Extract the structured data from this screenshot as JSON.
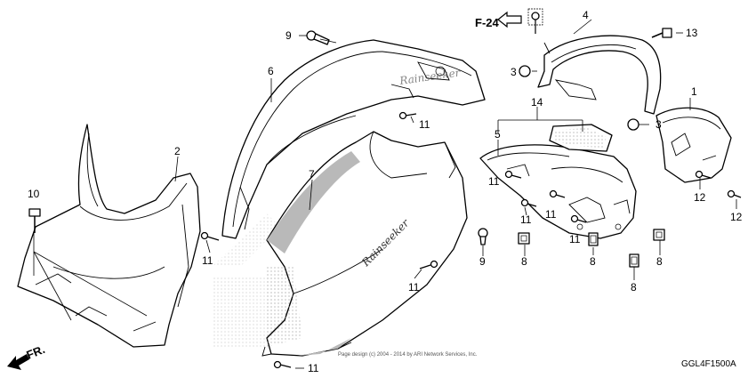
{
  "diagram": {
    "reference_label": "F-24",
    "drawing_code": "GGL4F1500A",
    "copyright": "Page design (c) 2004 - 2014 by ARI Network Services, Inc.",
    "front_label": "FR.",
    "brand_logo_text": "Rainseeker",
    "callouts": [
      {
        "id": "c1",
        "text": "1"
      },
      {
        "id": "c2",
        "text": "2"
      },
      {
        "id": "c3a",
        "text": "3"
      },
      {
        "id": "c3b",
        "text": "3"
      },
      {
        "id": "c4",
        "text": "4"
      },
      {
        "id": "c5",
        "text": "5"
      },
      {
        "id": "c6",
        "text": "6"
      },
      {
        "id": "c7",
        "text": "7"
      },
      {
        "id": "c8a",
        "text": "8"
      },
      {
        "id": "c8b",
        "text": "8"
      },
      {
        "id": "c8c",
        "text": "8"
      },
      {
        "id": "c8d",
        "text": "8"
      },
      {
        "id": "c9a",
        "text": "9"
      },
      {
        "id": "c9b",
        "text": "9"
      },
      {
        "id": "c10",
        "text": "10"
      },
      {
        "id": "c11a",
        "text": "11"
      },
      {
        "id": "c11b",
        "text": "11"
      },
      {
        "id": "c11c",
        "text": "11"
      },
      {
        "id": "c11d",
        "text": "11"
      },
      {
        "id": "c11e",
        "text": "11"
      },
      {
        "id": "c11f",
        "text": "11"
      },
      {
        "id": "c11g",
        "text": "11"
      },
      {
        "id": "c11h",
        "text": "11"
      },
      {
        "id": "c12a",
        "text": "12"
      },
      {
        "id": "c12b",
        "text": "12"
      },
      {
        "id": "c13",
        "text": "13"
      },
      {
        "id": "c14",
        "text": "14"
      }
    ]
  }
}
